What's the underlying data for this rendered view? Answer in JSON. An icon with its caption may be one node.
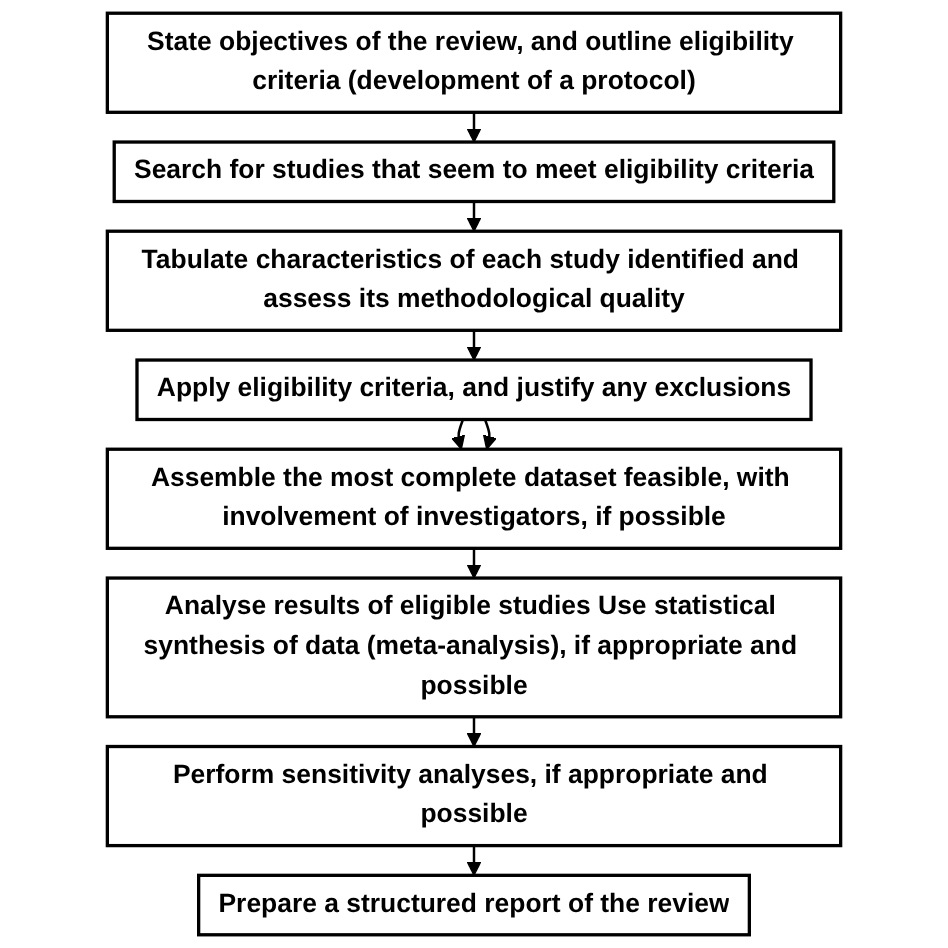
{
  "diagram": {
    "nodes": [
      {
        "text": [
          "State objectives of the review, and outline eligibility criteria (development of a protocol)"
        ]
      },
      {
        "text": [
          "Search for studies that seem to meet eligibility criteria"
        ]
      },
      {
        "text": [
          "Tabulate characteristics of each study identified and assess its methodological quality"
        ]
      },
      {
        "text": [
          "Apply eligibility criteria, and justify any exclusions"
        ]
      },
      {
        "text": [
          "Assemble the most complete dataset feasible, with involvement of investigators, if possible"
        ]
      },
      {
        "text": [
          "Analyse results of eligible studies Use statistical synthesis of data (meta-analysis), if appropriate and possible"
        ]
      },
      {
        "text": [
          "Perform sensitivity analyses, if appropriate and possible"
        ]
      },
      {
        "text": [
          "Prepare a structured report of the review"
        ]
      }
    ],
    "edges": [
      {
        "from": 0,
        "to": 1,
        "arrow": "to"
      },
      {
        "from": 1,
        "to": 2,
        "arrow": "to"
      },
      {
        "from": 2,
        "to": 3,
        "arrow": "to"
      },
      {
        "from": 3,
        "to": 4,
        "arrow": "to"
      },
      {
        "from": 3,
        "to": 4,
        "arrow": "to"
      },
      {
        "from": 4,
        "to": 5,
        "arrow": "to"
      },
      {
        "from": 5,
        "to": 6,
        "arrow": "to"
      },
      {
        "from": 6,
        "to": 7,
        "arrow": "to"
      }
    ]
  }
}
